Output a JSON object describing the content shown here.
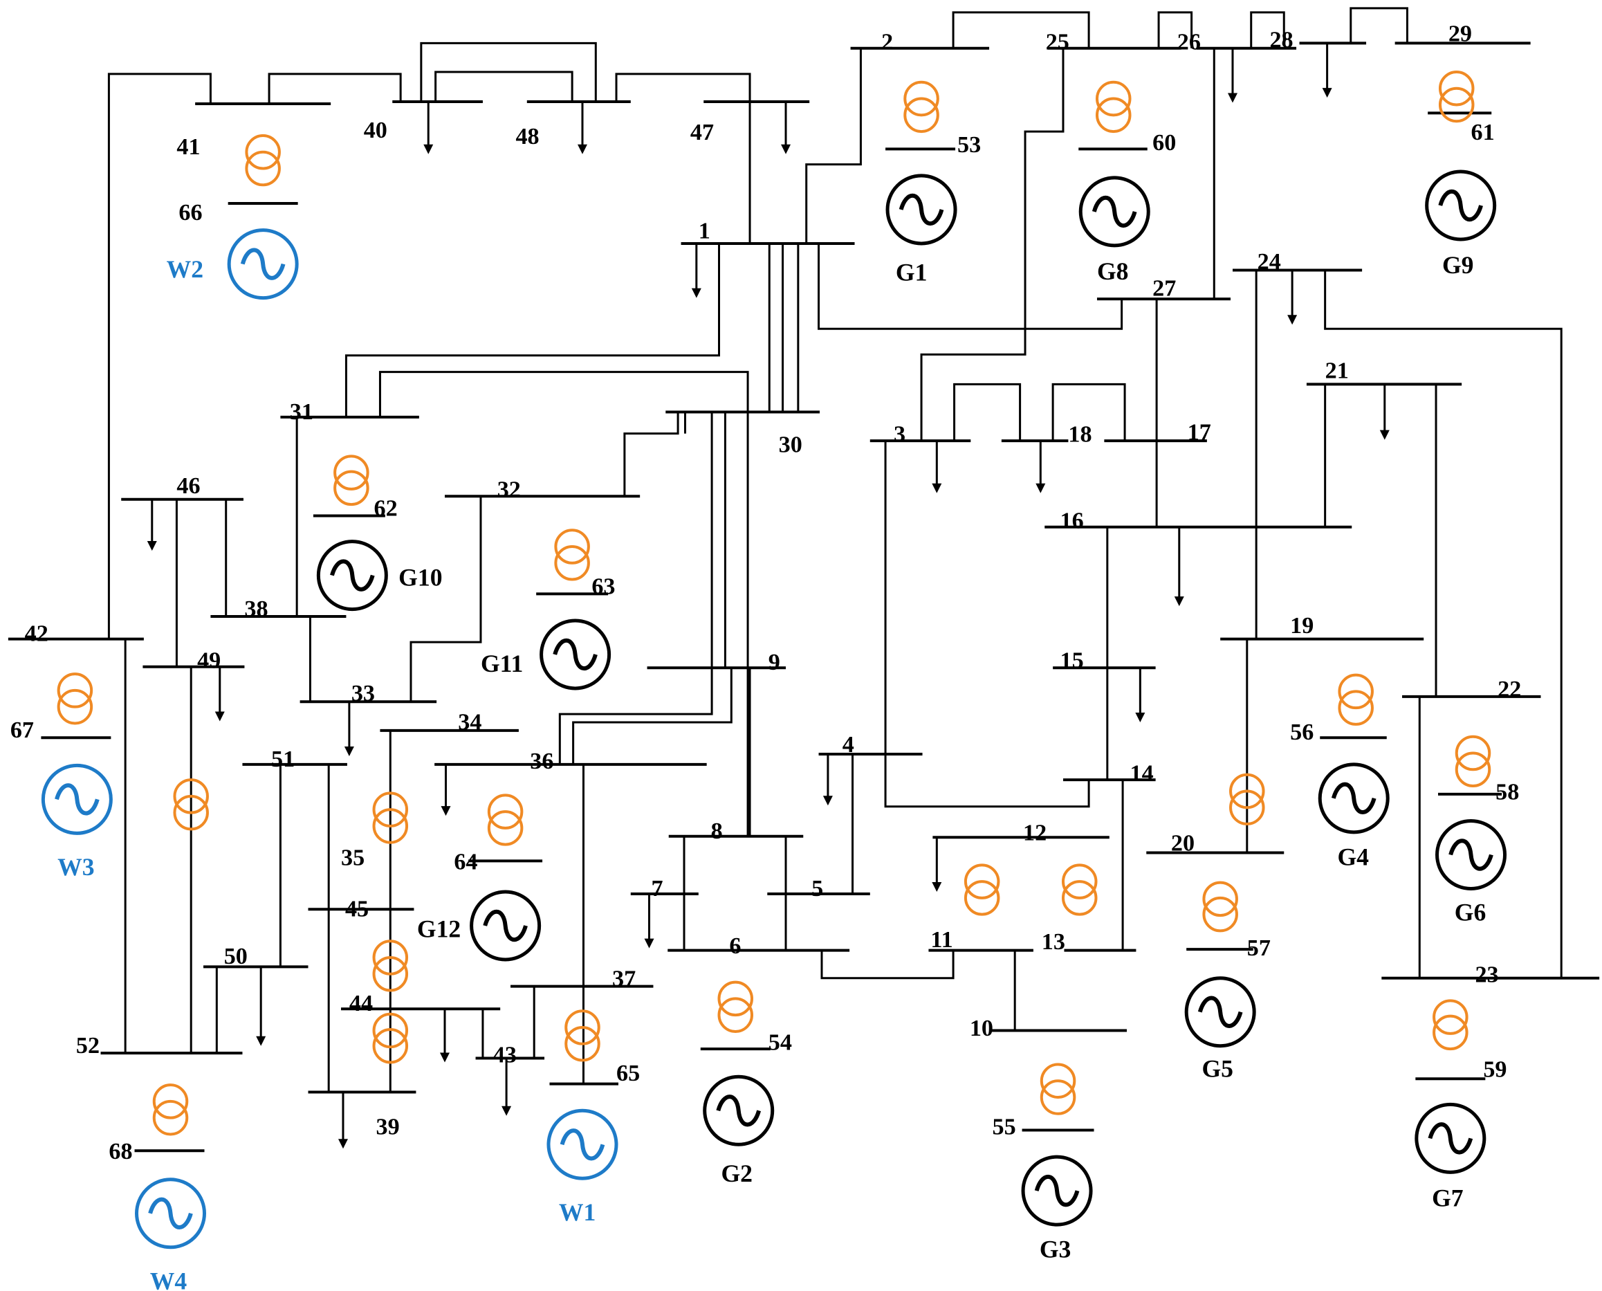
{
  "colors": {
    "line": "#000000",
    "transformer": "#F08A24",
    "wind": "#1E7BC8",
    "generator": "#000000"
  },
  "buses": [
    "1",
    "2",
    "3",
    "4",
    "5",
    "6",
    "7",
    "8",
    "9",
    "10",
    "11",
    "12",
    "13",
    "14",
    "15",
    "16",
    "17",
    "18",
    "19",
    "20",
    "21",
    "22",
    "23",
    "24",
    "25",
    "26",
    "27",
    "28",
    "29",
    "30",
    "31",
    "32",
    "33",
    "34",
    "35",
    "36",
    "37",
    "38",
    "39",
    "40",
    "41",
    "42",
    "43",
    "44",
    "45",
    "46",
    "47",
    "48",
    "49",
    "50",
    "51",
    "52",
    "53",
    "54",
    "55",
    "56",
    "57",
    "58",
    "59",
    "60",
    "61",
    "62",
    "63",
    "64",
    "65",
    "66",
    "67",
    "68"
  ],
  "generators": [
    {
      "label": "G1",
      "type": "conventional"
    },
    {
      "label": "G2",
      "type": "conventional"
    },
    {
      "label": "G3",
      "type": "conventional"
    },
    {
      "label": "G4",
      "type": "conventional"
    },
    {
      "label": "G5",
      "type": "conventional"
    },
    {
      "label": "G6",
      "type": "conventional"
    },
    {
      "label": "G7",
      "type": "conventional"
    },
    {
      "label": "G8",
      "type": "conventional"
    },
    {
      "label": "G9",
      "type": "conventional"
    },
    {
      "label": "G10",
      "type": "conventional"
    },
    {
      "label": "G11",
      "type": "conventional"
    },
    {
      "label": "G12",
      "type": "conventional"
    },
    {
      "label": "W1",
      "type": "wind"
    },
    {
      "label": "W2",
      "type": "wind"
    },
    {
      "label": "W3",
      "type": "wind"
    },
    {
      "label": "W4",
      "type": "wind"
    }
  ],
  "icons": {
    "generator": "generator-symbol-icon",
    "transformer": "two-winding-transformer-icon",
    "load": "load-arrow-icon"
  }
}
